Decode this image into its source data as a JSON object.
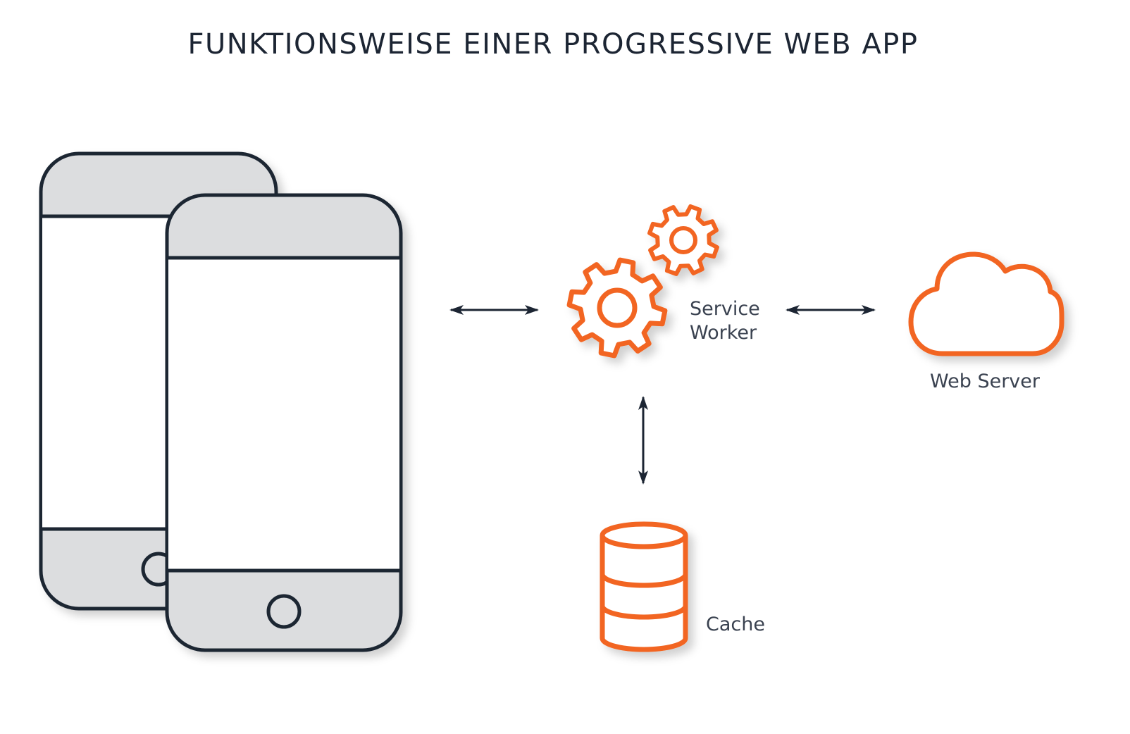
{
  "title": "FUNKTIONSWEISE EINER PROGRESSIVE WEB APP",
  "labels": {
    "service_worker_line1": "Service",
    "service_worker_line2": "Worker",
    "web_server": "Web Server",
    "cache": "Cache"
  },
  "colors": {
    "dark": "#1c2533",
    "accent": "#f26522",
    "device_fill": "#dcdddf",
    "text": "#3a4250"
  },
  "nodes": [
    {
      "name": "mobile-devices",
      "icon": "smartphone-icon"
    },
    {
      "name": "service-worker",
      "icon": "gears-icon"
    },
    {
      "name": "web-server",
      "icon": "cloud-icon"
    },
    {
      "name": "cache",
      "icon": "database-icon"
    }
  ],
  "connections": [
    {
      "from": "mobile-devices",
      "to": "service-worker",
      "direction": "bidirectional"
    },
    {
      "from": "service-worker",
      "to": "web-server",
      "direction": "bidirectional"
    },
    {
      "from": "service-worker",
      "to": "cache",
      "direction": "bidirectional"
    }
  ]
}
